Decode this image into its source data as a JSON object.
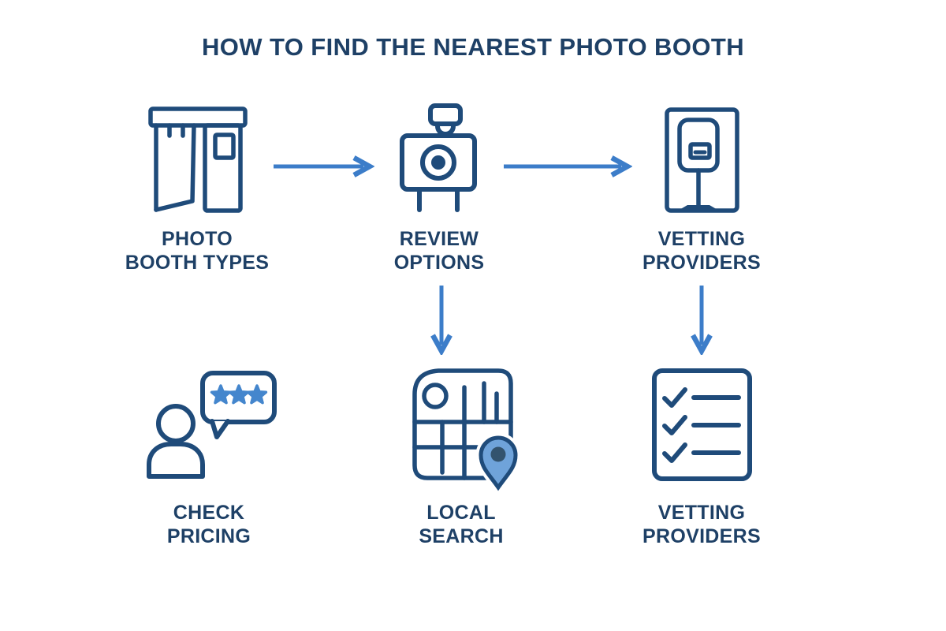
{
  "title": "HOW TO FIND THE NEAREST PHOTO BOOTH",
  "colors": {
    "background": "#FFFFFF",
    "navy": "#1F4B7A",
    "text": "#1E4066",
    "arrow": "#3C7DC9",
    "star": "#4486CD",
    "pin_fill": "#6FA3DA",
    "pin_dot": "#33536E"
  },
  "nodes": [
    {
      "id": "photo-booth-types",
      "icon": "photo-booth-icon",
      "lines": [
        "PHOTO",
        "BOOTH TYPES"
      ]
    },
    {
      "id": "review-options",
      "icon": "camera-icon",
      "lines": [
        "REVIEW",
        "OPTIONS"
      ]
    },
    {
      "id": "vetting-providers-top",
      "icon": "photo-kiosk-icon",
      "lines": [
        "VETTING",
        "PROVIDERS"
      ]
    },
    {
      "id": "check-pricing",
      "icon": "customer-review-icon",
      "lines": [
        "CHECK",
        "PRICING"
      ]
    },
    {
      "id": "local-search",
      "icon": "map-location-icon",
      "lines": [
        "LOCAL",
        "SEARCH"
      ]
    },
    {
      "id": "vetting-providers-bottom",
      "icon": "checklist-icon",
      "lines": [
        "VETTING",
        "PROVIDERS"
      ]
    }
  ],
  "arrows": [
    {
      "name": "arrow-right",
      "from": "photo-booth-types",
      "to": "review-options"
    },
    {
      "name": "arrow-right",
      "from": "review-options",
      "to": "vetting-providers-top"
    },
    {
      "name": "arrow-down",
      "from": "review-options",
      "to": "local-search"
    },
    {
      "name": "arrow-down",
      "from": "vetting-providers-top",
      "to": "vetting-providers-bottom"
    }
  ]
}
